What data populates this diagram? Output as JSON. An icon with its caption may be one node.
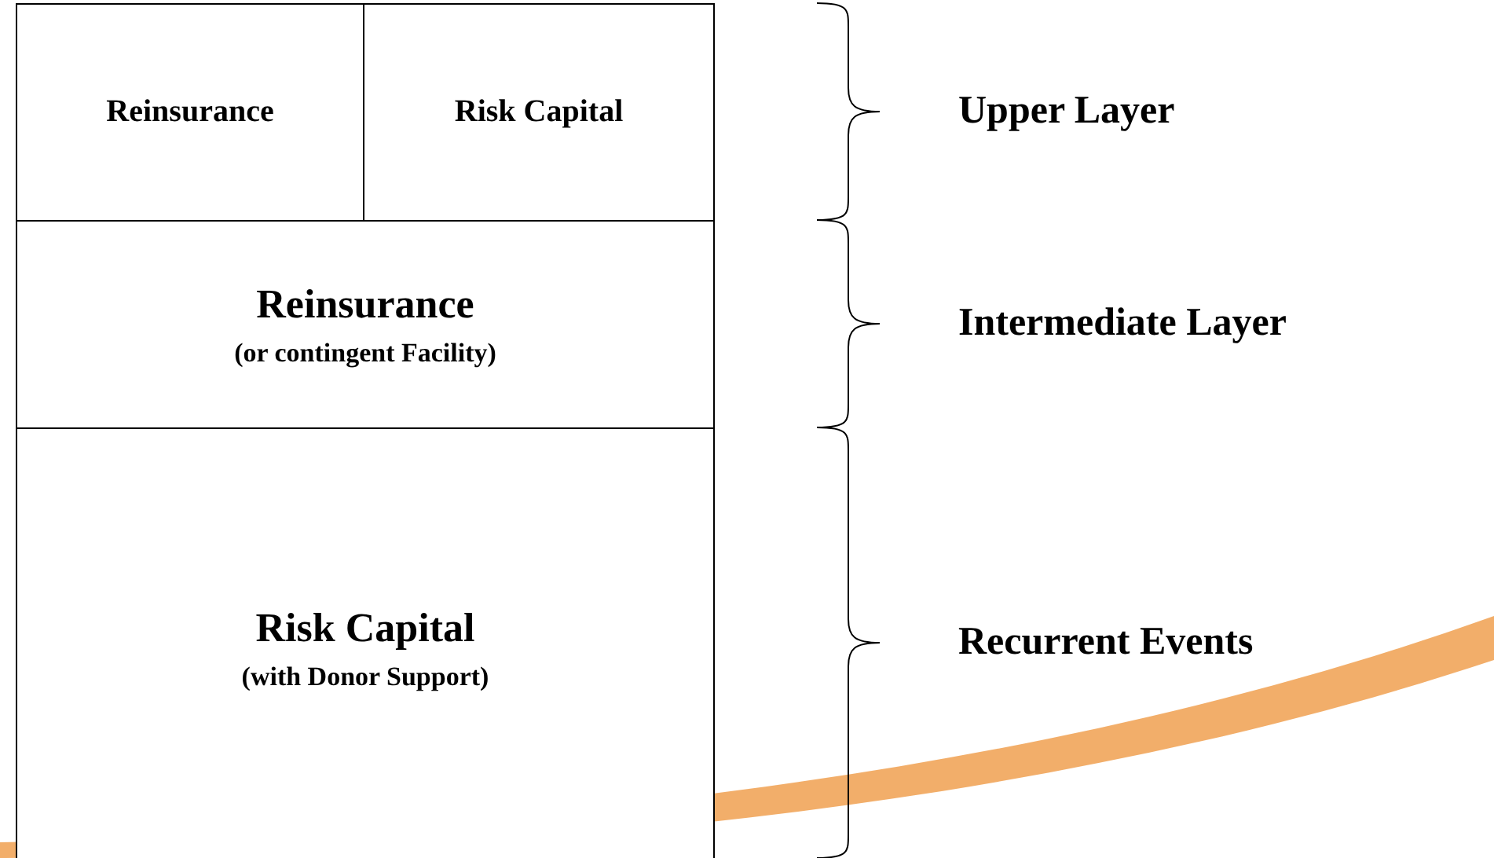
{
  "diagram": {
    "nodes": [
      {
        "text": [
          "Reinsurance"
        ]
      },
      {
        "text": [
          "Risk Capital"
        ]
      },
      {
        "text": [
          "Reinsurance",
          "(or contingent Facility)"
        ]
      },
      {
        "text": [
          "Risk Capital",
          "(with Donor Support)"
        ]
      }
    ],
    "labels": [
      "Upper Layer",
      "Intermediate Layer",
      "Recurrent Events"
    ]
  }
}
